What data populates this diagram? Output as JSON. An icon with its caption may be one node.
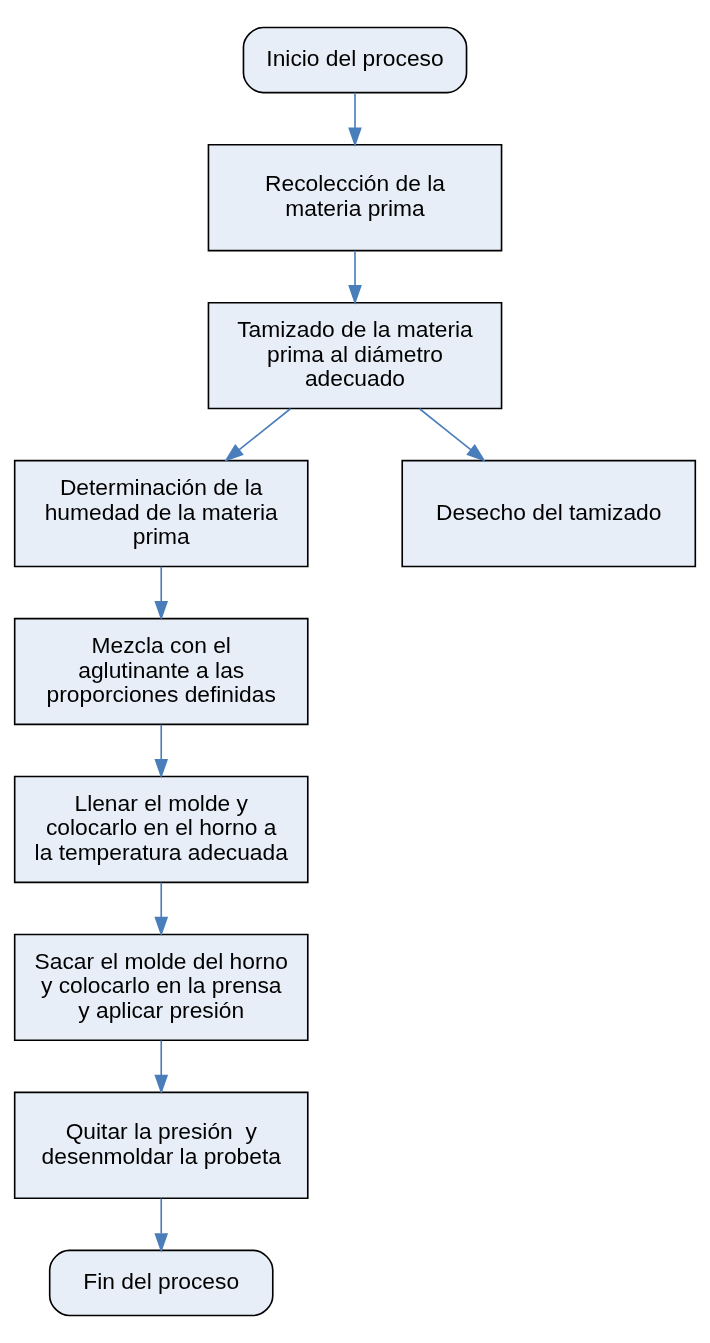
{
  "diagram": {
    "nodes": [
      {
        "text": [
          "Inicio del proceso"
        ]
      },
      {
        "text": [
          "Recolección de la materia prima"
        ]
      },
      {
        "text": [
          "Tamizado de la materia prima al diámetro adecuado"
        ]
      },
      {
        "text": [
          "Determinación de la humedad de la materia prima"
        ]
      },
      {
        "text": [
          "Desecho del tamizado"
        ]
      },
      {
        "text": [
          "Mezcla con el aglutinante a las proporciones definidas"
        ]
      },
      {
        "text": [
          "Llenar el molde y colocarlo en el horno a la temperatura adecuada"
        ]
      },
      {
        "text": [
          "Sacar el molde del horno y colocarlo en la prensa y aplicar presión"
        ]
      },
      {
        "text": [
          "Quitar la presión  y desenmoldar la probeta"
        ]
      },
      {
        "text": [
          "Fin del proceso"
        ]
      }
    ],
    "edges": [
      {
        "from": 0,
        "to": 1,
        "arrow": "to"
      },
      {
        "from": 1,
        "to": 2,
        "arrow": "to"
      },
      {
        "from": 2,
        "to": 3,
        "arrow": "to"
      },
      {
        "from": 2,
        "to": 4,
        "arrow": "to"
      },
      {
        "from": 3,
        "to": 5,
        "arrow": "to"
      },
      {
        "from": 5,
        "to": 6,
        "arrow": "to"
      },
      {
        "from": 6,
        "to": 7,
        "arrow": "to"
      },
      {
        "from": 7,
        "to": 8,
        "arrow": "to"
      },
      {
        "from": 8,
        "to": 9,
        "arrow": "to"
      }
    ]
  }
}
